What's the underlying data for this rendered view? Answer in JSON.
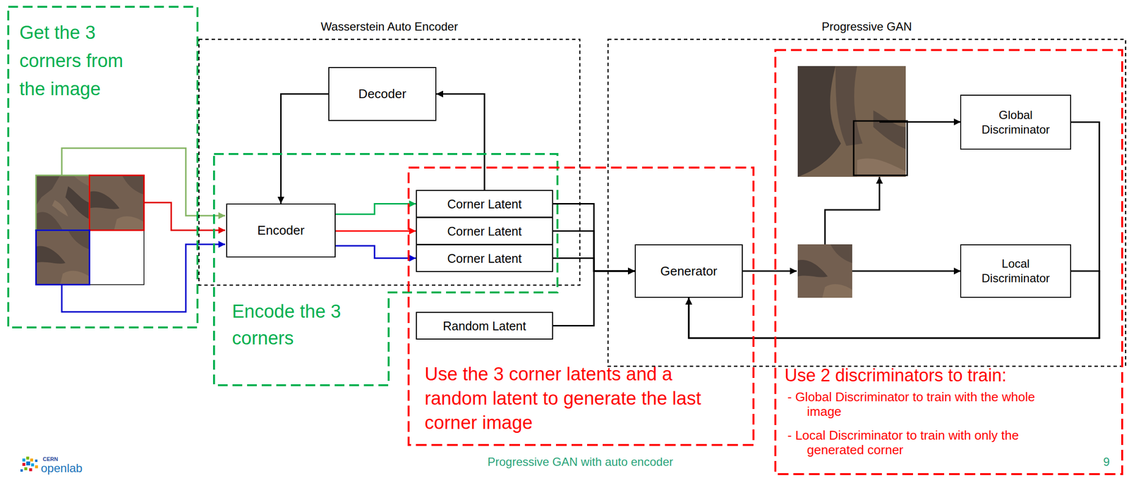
{
  "diagram": {
    "nodes": [
      {
        "text": [
          "Get the 3 corners from the image"
        ]
      },
      {
        "text": [
          "Wasserstein Auto Encoder"
        ]
      },
      {
        "text": [
          "Decoder"
        ],
        "in": 1
      },
      {
        "text": [
          "Encoder"
        ],
        "in": 1
      },
      {
        "text": [
          "Corner Latent"
        ],
        "in": 1
      },
      {
        "text": [
          "Corner Latent"
        ],
        "in": 1
      },
      {
        "text": [
          "Corner Latent"
        ],
        "in": 1
      },
      {
        "text": [
          "Encode the 3 corners"
        ]
      },
      {
        "text": [
          "Use the 3 corner latents and a random latent to generate the last corner image"
        ]
      },
      {
        "text": [
          "Random Latent"
        ],
        "in": 8
      },
      {
        "text": [
          "Progressive GAN"
        ]
      },
      {
        "text": [
          "Generator"
        ],
        "in": 10
      },
      {
        "text": [
          "Use 2 discriminators to train:",
          "- Global Discriminator to train with the whole image",
          "- Local Discriminator to train with only the generated corner"
        ]
      },
      {
        "text": [
          "Global Discriminator"
        ],
        "in": 10
      },
      {
        "text": [
          "Local Discriminator"
        ],
        "in": 10
      }
    ],
    "edges": [
      {
        "from": 4,
        "to": 2,
        "arrow": "to"
      },
      {
        "from": 2,
        "to": 3,
        "arrow": "to"
      },
      {
        "from": 3,
        "to": 4,
        "arrow": "to"
      },
      {
        "from": 3,
        "to": 5,
        "arrow": "to"
      },
      {
        "from": 3,
        "to": 6,
        "arrow": "to"
      },
      {
        "from": 4,
        "to": 11,
        "arrow": "to"
      },
      {
        "from": 5,
        "to": 11,
        "arrow": "to"
      },
      {
        "from": 6,
        "to": 11,
        "arrow": "to"
      },
      {
        "from": 9,
        "to": 11,
        "arrow": "to"
      },
      {
        "from": 13,
        "to": 11,
        "arrow": "to"
      },
      {
        "from": 14,
        "to": 11,
        "arrow": "to"
      }
    ],
    "labels": [
      "CERN",
      "openlab",
      "Progressive GAN with auto encoder",
      "9"
    ]
  }
}
